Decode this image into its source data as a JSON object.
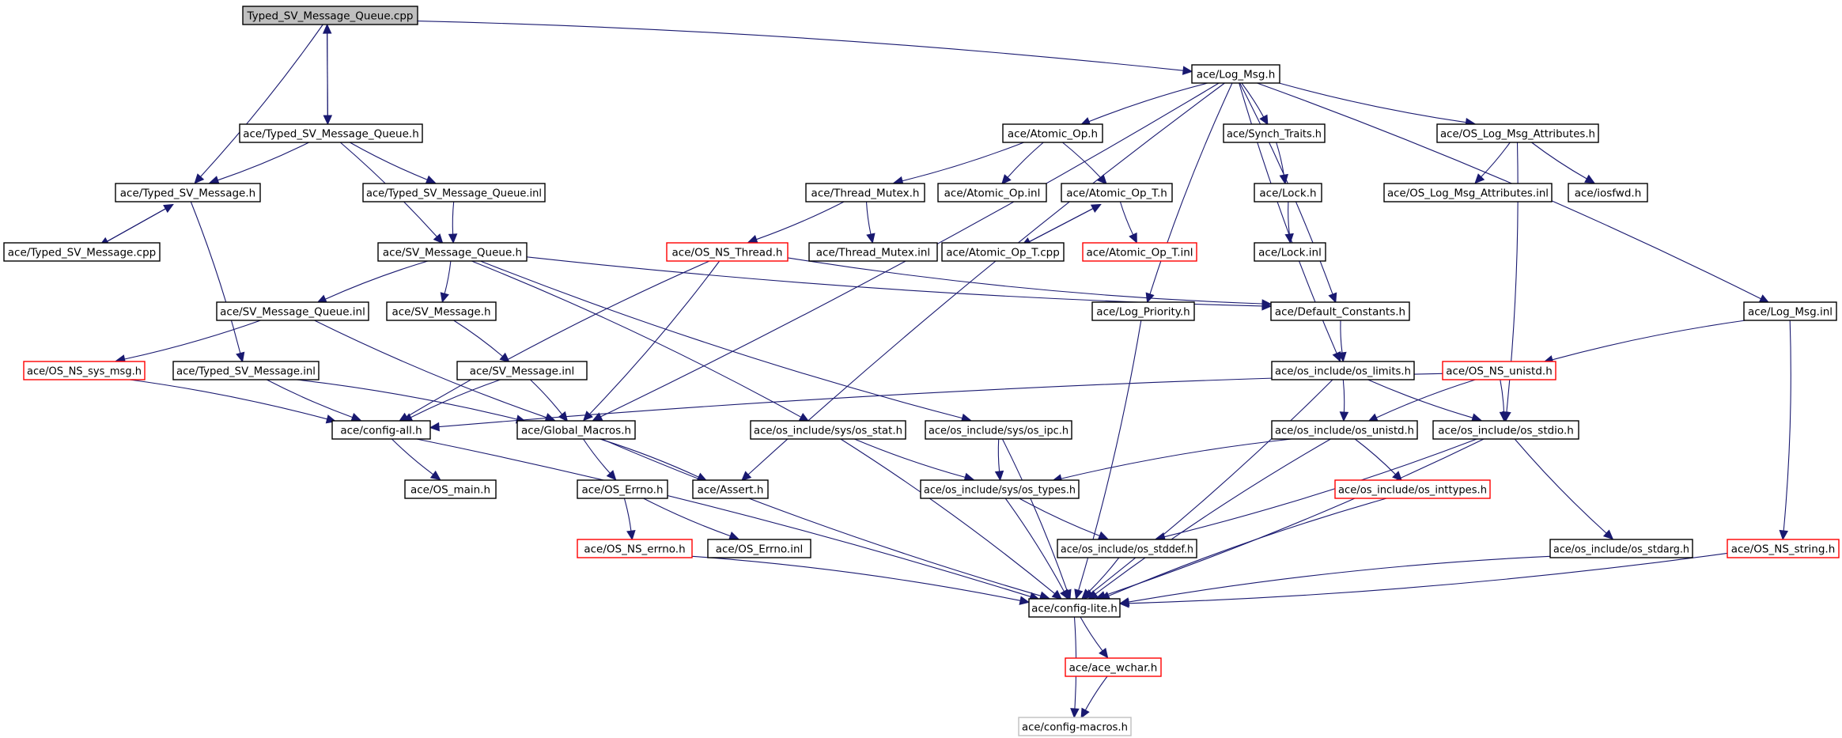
{
  "diagram": {
    "type": "include-dependency-graph",
    "colors": {
      "edge": "#191970",
      "root_fill": "#bfbfbf",
      "node_border_normal": "#000000",
      "node_border_truncated": "#ff0000",
      "node_border_faded": "#bfbfbf"
    },
    "nodes": [
      {
        "id": "root",
        "label": "Typed_SV_Message_Queue.cpp",
        "style": "root"
      },
      {
        "id": "log_msg_h",
        "label": "ace/Log_Msg.h",
        "style": "black"
      },
      {
        "id": "typed_svmq_h",
        "label": "ace/Typed_SV_Message_Queue.h",
        "style": "black"
      },
      {
        "id": "typed_svm_h",
        "label": "ace/Typed_SV_Message.h",
        "style": "black"
      },
      {
        "id": "typed_svmq_inl",
        "label": "ace/Typed_SV_Message_Queue.inl",
        "style": "black"
      },
      {
        "id": "typed_svm_cpp",
        "label": "ace/Typed_SV_Message.cpp",
        "style": "black"
      },
      {
        "id": "svmq_h",
        "label": "ace/SV_Message_Queue.h",
        "style": "black"
      },
      {
        "id": "atomic_op_h",
        "label": "ace/Atomic_Op.h",
        "style": "black"
      },
      {
        "id": "synch_traits_h",
        "label": "ace/Synch_Traits.h",
        "style": "black"
      },
      {
        "id": "os_log_attr_h",
        "label": "ace/OS_Log_Msg_Attributes.h",
        "style": "black"
      },
      {
        "id": "thread_mutex_h",
        "label": "ace/Thread_Mutex.h",
        "style": "black"
      },
      {
        "id": "atomic_op_inl",
        "label": "ace/Atomic_Op.inl",
        "style": "black"
      },
      {
        "id": "atomic_op_t_h",
        "label": "ace/Atomic_Op_T.h",
        "style": "black"
      },
      {
        "id": "lock_h",
        "label": "ace/Lock.h",
        "style": "black"
      },
      {
        "id": "os_log_attr_inl",
        "label": "ace/OS_Log_Msg_Attributes.inl",
        "style": "black"
      },
      {
        "id": "iosfwd_h",
        "label": "ace/iosfwd.h",
        "style": "black"
      },
      {
        "id": "os_ns_thread_h",
        "label": "ace/OS_NS_Thread.h",
        "style": "red"
      },
      {
        "id": "thread_mutex_inl",
        "label": "ace/Thread_Mutex.inl",
        "style": "black"
      },
      {
        "id": "atomic_op_t_cpp",
        "label": "ace/Atomic_Op_T.cpp",
        "style": "black"
      },
      {
        "id": "atomic_op_t_inl",
        "label": "ace/Atomic_Op_T.inl",
        "style": "red"
      },
      {
        "id": "lock_inl",
        "label": "ace/Lock.inl",
        "style": "black"
      },
      {
        "id": "svmq_inl",
        "label": "ace/SV_Message_Queue.inl",
        "style": "black"
      },
      {
        "id": "sv_message_h",
        "label": "ace/SV_Message.h",
        "style": "black"
      },
      {
        "id": "log_priority_h",
        "label": "ace/Log_Priority.h",
        "style": "black"
      },
      {
        "id": "default_constants_h",
        "label": "ace/Default_Constants.h",
        "style": "black"
      },
      {
        "id": "log_msg_inl",
        "label": "ace/Log_Msg.inl",
        "style": "black"
      },
      {
        "id": "os_ns_sys_msg_h",
        "label": "ace/OS_NS_sys_msg.h",
        "style": "red"
      },
      {
        "id": "typed_svm_inl",
        "label": "ace/Typed_SV_Message.inl",
        "style": "black"
      },
      {
        "id": "sv_message_inl",
        "label": "ace/SV_Message.inl",
        "style": "black"
      },
      {
        "id": "os_limits_h",
        "label": "ace/os_include/os_limits.h",
        "style": "black"
      },
      {
        "id": "os_ns_unistd_h",
        "label": "ace/OS_NS_unistd.h",
        "style": "red"
      },
      {
        "id": "config_all_h",
        "label": "ace/config-all.h",
        "style": "black"
      },
      {
        "id": "global_macros_h",
        "label": "ace/Global_Macros.h",
        "style": "black"
      },
      {
        "id": "os_stat_h",
        "label": "ace/os_include/sys/os_stat.h",
        "style": "black"
      },
      {
        "id": "os_ipc_h",
        "label": "ace/os_include/sys/os_ipc.h",
        "style": "black"
      },
      {
        "id": "os_unistd_h",
        "label": "ace/os_include/os_unistd.h",
        "style": "black"
      },
      {
        "id": "os_stdio_h",
        "label": "ace/os_include/os_stdio.h",
        "style": "black"
      },
      {
        "id": "os_main_h",
        "label": "ace/OS_main.h",
        "style": "black"
      },
      {
        "id": "os_errno_h",
        "label": "ace/OS_Errno.h",
        "style": "black"
      },
      {
        "id": "assert_h",
        "label": "ace/Assert.h",
        "style": "black"
      },
      {
        "id": "os_types_h",
        "label": "ace/os_include/sys/os_types.h",
        "style": "black"
      },
      {
        "id": "os_inttypes_h",
        "label": "ace/os_include/os_inttypes.h",
        "style": "red"
      },
      {
        "id": "os_ns_errno_h",
        "label": "ace/OS_NS_errno.h",
        "style": "red"
      },
      {
        "id": "os_errno_inl",
        "label": "ace/OS_Errno.inl",
        "style": "black"
      },
      {
        "id": "os_stddef_h",
        "label": "ace/os_include/os_stddef.h",
        "style": "black"
      },
      {
        "id": "os_stdarg_h",
        "label": "ace/os_include/os_stdarg.h",
        "style": "black"
      },
      {
        "id": "os_ns_string_h",
        "label": "ace/OS_NS_string.h",
        "style": "red"
      },
      {
        "id": "config_lite_h",
        "label": "ace/config-lite.h",
        "style": "black"
      },
      {
        "id": "ace_wchar_h",
        "label": "ace/ace_wchar.h",
        "style": "red"
      },
      {
        "id": "config_macros_h",
        "label": "ace/config-macros.h",
        "style": "gray"
      }
    ],
    "edges": [
      [
        "root",
        "log_msg_h"
      ],
      [
        "root",
        "typed_svmq_h"
      ],
      [
        "root",
        "typed_svm_h"
      ],
      [
        "typed_svmq_h",
        "root"
      ],
      [
        "typed_svmq_h",
        "typed_svm_h"
      ],
      [
        "typed_svmq_h",
        "typed_svmq_inl"
      ],
      [
        "typed_svmq_h",
        "svmq_h"
      ],
      [
        "typed_svmq_inl",
        "svmq_h"
      ],
      [
        "typed_svm_h",
        "typed_svm_cpp"
      ],
      [
        "typed_svm_cpp",
        "typed_svm_h"
      ],
      [
        "typed_svm_h",
        "typed_svm_inl"
      ],
      [
        "log_msg_h",
        "atomic_op_h"
      ],
      [
        "log_msg_h",
        "synch_traits_h"
      ],
      [
        "log_msg_h",
        "os_log_attr_h"
      ],
      [
        "log_msg_h",
        "log_msg_inl"
      ],
      [
        "log_msg_h",
        "log_priority_h"
      ],
      [
        "log_msg_h",
        "default_constants_h"
      ],
      [
        "log_msg_h",
        "os_limits_h"
      ],
      [
        "log_msg_h",
        "global_macros_h"
      ],
      [
        "log_msg_h",
        "assert_h"
      ],
      [
        "atomic_op_h",
        "thread_mutex_h"
      ],
      [
        "atomic_op_h",
        "atomic_op_inl"
      ],
      [
        "atomic_op_h",
        "atomic_op_t_h"
      ],
      [
        "atomic_op_t_h",
        "atomic_op_t_cpp"
      ],
      [
        "atomic_op_t_cpp",
        "atomic_op_t_h"
      ],
      [
        "atomic_op_t_h",
        "atomic_op_t_inl"
      ],
      [
        "thread_mutex_h",
        "os_ns_thread_h"
      ],
      [
        "thread_mutex_h",
        "thread_mutex_inl"
      ],
      [
        "synch_traits_h",
        "lock_h"
      ],
      [
        "lock_h",
        "lock_inl"
      ],
      [
        "os_log_attr_h",
        "os_log_attr_inl"
      ],
      [
        "os_log_attr_h",
        "iosfwd_h"
      ],
      [
        "os_log_attr_h",
        "os_stdio_h"
      ],
      [
        "svmq_h",
        "svmq_inl"
      ],
      [
        "svmq_h",
        "sv_message_h"
      ],
      [
        "svmq_h",
        "default_constants_h"
      ],
      [
        "svmq_h",
        "os_stat_h"
      ],
      [
        "svmq_h",
        "os_ipc_h"
      ],
      [
        "svmq_inl",
        "os_ns_sys_msg_h"
      ],
      [
        "svmq_inl",
        "global_macros_h"
      ],
      [
        "sv_message_h",
        "sv_message_inl"
      ],
      [
        "sv_message_inl",
        "config_all_h"
      ],
      [
        "sv_message_inl",
        "global_macros_h"
      ],
      [
        "os_ns_thread_h",
        "config_all_h"
      ],
      [
        "os_ns_thread_h",
        "global_macros_h"
      ],
      [
        "os_ns_thread_h",
        "default_constants_h"
      ],
      [
        "os_ns_sys_msg_h",
        "config_all_h"
      ],
      [
        "typed_svm_inl",
        "config_all_h"
      ],
      [
        "typed_svm_inl",
        "global_macros_h"
      ],
      [
        "default_constants_h",
        "os_limits_h"
      ],
      [
        "log_priority_h",
        "config_lite_h"
      ],
      [
        "log_msg_inl",
        "os_ns_unistd_h"
      ],
      [
        "log_msg_inl",
        "os_ns_string_h"
      ],
      [
        "os_ns_unistd_h",
        "os_unistd_h"
      ],
      [
        "os_ns_unistd_h",
        "os_stdio_h"
      ],
      [
        "os_ns_unistd_h",
        "config_all_h"
      ],
      [
        "os_limits_h",
        "os_unistd_h"
      ],
      [
        "os_limits_h",
        "os_stdio_h"
      ],
      [
        "os_limits_h",
        "config_lite_h"
      ],
      [
        "config_all_h",
        "os_main_h"
      ],
      [
        "config_all_h",
        "config_lite_h"
      ],
      [
        "global_macros_h",
        "os_errno_h"
      ],
      [
        "global_macros_h",
        "assert_h"
      ],
      [
        "global_macros_h",
        "config_lite_h"
      ],
      [
        "os_errno_h",
        "os_ns_errno_h"
      ],
      [
        "os_errno_h",
        "os_errno_inl"
      ],
      [
        "os_ns_errno_h",
        "config_lite_h"
      ],
      [
        "os_stat_h",
        "os_types_h"
      ],
      [
        "os_stat_h",
        "config_lite_h"
      ],
      [
        "os_ipc_h",
        "os_types_h"
      ],
      [
        "os_ipc_h",
        "config_lite_h"
      ],
      [
        "os_unistd_h",
        "os_types_h"
      ],
      [
        "os_unistd_h",
        "os_inttypes_h"
      ],
      [
        "os_unistd_h",
        "config_lite_h"
      ],
      [
        "os_stdio_h",
        "os_stddef_h"
      ],
      [
        "os_stdio_h",
        "os_stdarg_h"
      ],
      [
        "os_stdio_h",
        "config_lite_h"
      ],
      [
        "os_types_h",
        "os_stddef_h"
      ],
      [
        "os_types_h",
        "config_lite_h"
      ],
      [
        "os_inttypes_h",
        "config_lite_h"
      ],
      [
        "os_stddef_h",
        "config_lite_h"
      ],
      [
        "os_stdarg_h",
        "config_lite_h"
      ],
      [
        "os_ns_string_h",
        "config_lite_h"
      ],
      [
        "config_lite_h",
        "ace_wchar_h"
      ],
      [
        "config_lite_h",
        "config_macros_h"
      ],
      [
        "ace_wchar_h",
        "config_macros_h"
      ]
    ]
  }
}
